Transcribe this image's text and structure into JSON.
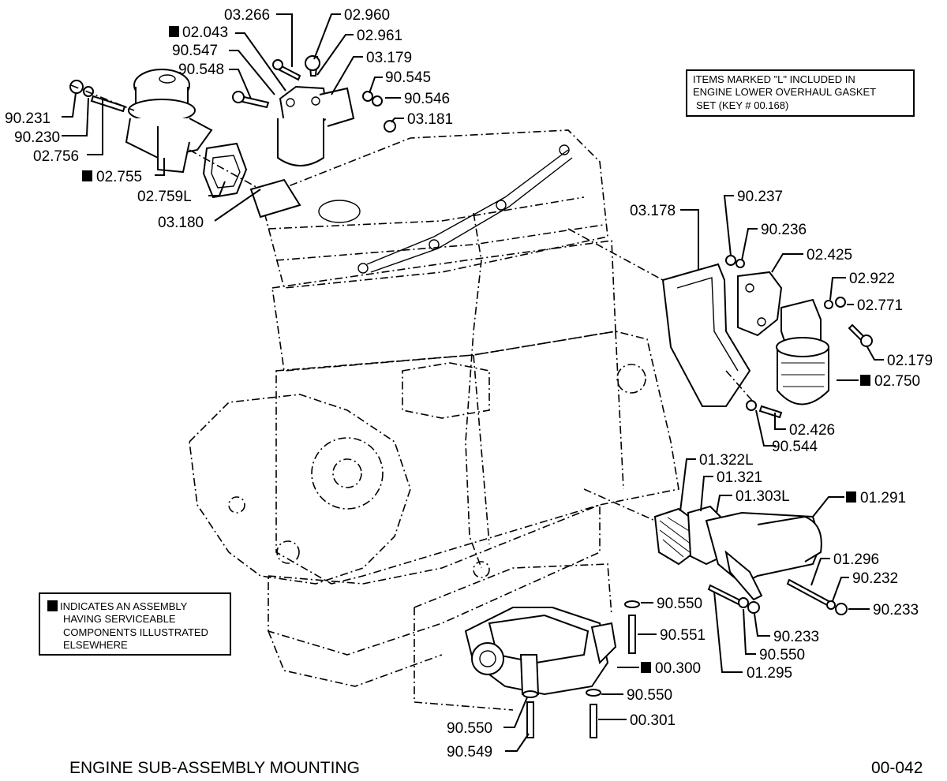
{
  "note_top": {
    "lines": [
      "ITEMS MARKED \"L\" INCLUDED IN",
      "ENGINE LOWER OVERHAUL GASKET",
      "SET   (KEY # 00.168)"
    ]
  },
  "legend": {
    "lines": [
      "INDICATES AN ASSEMBLY",
      "HAVING SERVICEABLE",
      "COMPONENTS ILLUSTRATED",
      "ELSEWHERE"
    ]
  },
  "footer": {
    "title": "ENGINE SUB-ASSEMBLY MOUNTING",
    "page_code": "00-042"
  },
  "labels": {
    "p03_266": "03.266",
    "p02_960": "02.960",
    "p02_043": "02.043",
    "p02_961": "02.961",
    "p90_547": "90.547",
    "p03_179": "03.179",
    "p90_548": "90.548",
    "p90_545": "90.545",
    "p90_546": "90.546",
    "p90_231": "90.231",
    "p03_181": "03.181",
    "p90_230": "90.230",
    "p02_756": "02.756",
    "p02_755": "02.755",
    "p02_759L": "02.759L",
    "p03_180": "03.180",
    "p90_237": "90.237",
    "p03_178": "03.178",
    "p90_236": "90.236",
    "p02_425": "02.425",
    "p02_922": "02.922",
    "p02_771": "02.771",
    "p02_179": "02.179",
    "p02_750": "02.750",
    "p02_426": "02.426",
    "p90_544": "90.544",
    "p01_322L": "01.322L",
    "p01_321": "01.321",
    "p01_303L": "01.303L",
    "p01_291": "01.291",
    "p01_296": "01.296",
    "p90_232": "90.232",
    "p90_233a": "90.233",
    "p90_233b": "90.233",
    "p90_550a": "90.550",
    "p90_550b": "90.550",
    "p90_550c": "90.550",
    "p90_550d": "90.550",
    "p01_295": "01.295",
    "p90_551": "90.551",
    "p00_300": "00.300",
    "p00_301": "00.301",
    "p90_549": "90.549"
  }
}
